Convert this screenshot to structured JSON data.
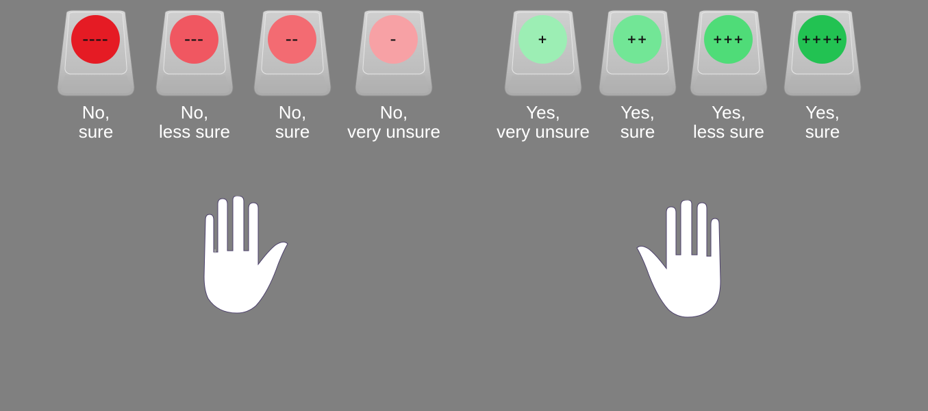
{
  "keys": [
    {
      "symbol": "––––",
      "line1": "No,",
      "line2": "sure",
      "color": "#e51b24"
    },
    {
      "symbol": "–––",
      "line1": "No,",
      "line2": "less sure",
      "color": "#f05761"
    },
    {
      "symbol": "––",
      "line1": "No,",
      "line2": "sure",
      "color": "#f36b72"
    },
    {
      "symbol": "–",
      "line1": "No,",
      "line2": "very unsure",
      "color": "#f7a1a5"
    },
    {
      "symbol": "+",
      "line1": "Yes,",
      "line2": "very unsure",
      "color": "#9ceeb4"
    },
    {
      "symbol": "++",
      "line1": "Yes,",
      "line2": "sure",
      "color": "#72e696"
    },
    {
      "symbol": "+++",
      "line1": "Yes,",
      "line2": "less sure",
      "color": "#4fdc78"
    },
    {
      "symbol": "++++",
      "line1": "Yes,",
      "line2": "sure",
      "color": "#22c252"
    }
  ],
  "hands": [
    {
      "name": "left-hand-icon"
    },
    {
      "name": "right-hand-icon"
    }
  ]
}
